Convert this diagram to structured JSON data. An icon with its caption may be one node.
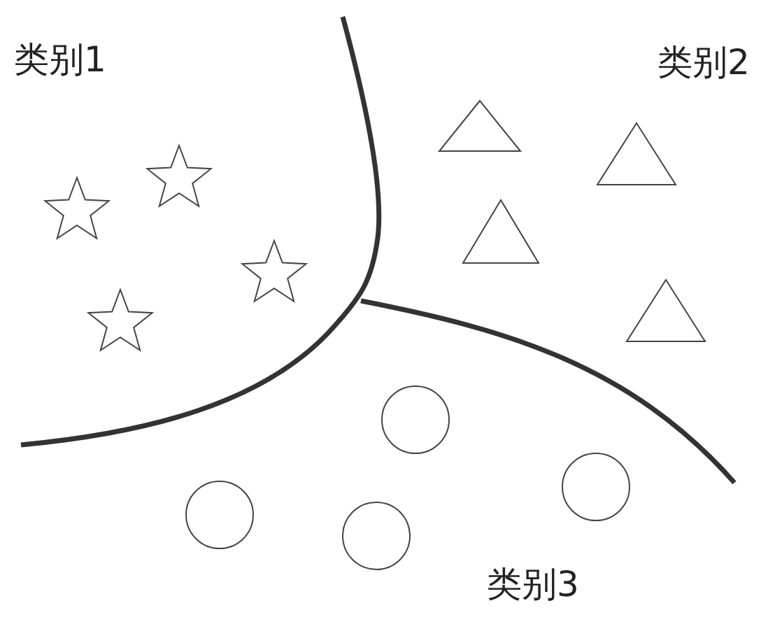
{
  "diagram": {
    "labels": [
      "类别1",
      "类别2",
      "类别3"
    ]
  }
}
